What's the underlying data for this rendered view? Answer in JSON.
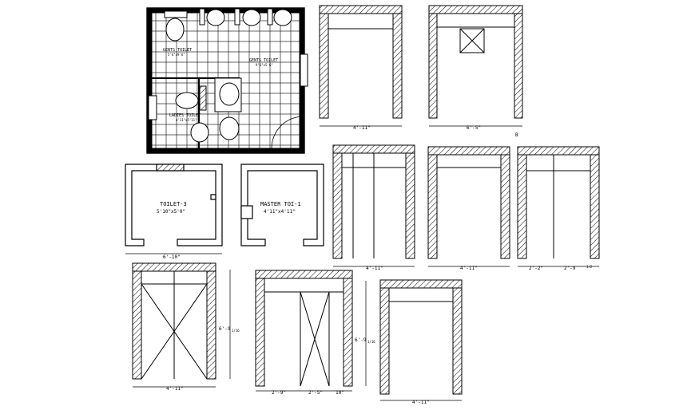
{
  "plan": {
    "gents_toilet_a": "GENTS TOILET",
    "gents_toilet_a_size": "5'6\"x9'6\"",
    "gents_toilet_b": "GENTS TOILET",
    "gents_toilet_b_size": "9'6\"x5'6\"",
    "ladies_toilet": "LADIES TOILET",
    "ladies_toilet_size": "4'11\"x5'11\""
  },
  "rooms": {
    "toilet3_name": "TOILET-3",
    "toilet3_size": "5'10\"x5'0\"",
    "toilet3_dim": "6'-10\"",
    "master_name": "MASTER TOI-1",
    "master_size": "4'11\"x4'11\""
  },
  "elevations": {
    "e1_width": "4'-11\"",
    "e2_width": "6'-5\"",
    "e2_mark": "B",
    "e3_width": "4'-11\"",
    "e4_width": "4'-11\"",
    "e5_width_left": "2'-2\"",
    "e5_width_right": "2'-9",
    "e5_width_right_frac": "1/2",
    "e6_width": "4'-11\"",
    "e6_height": "6'-9",
    "e6_height_frac": "1/16",
    "e7_width_1": "2'-9\"",
    "e7_width_2": "2'-5\"",
    "e7_width_3": "10\"",
    "e7_height": "6'-9",
    "e7_height_frac": "1/16",
    "e8_width": "4'-11\""
  }
}
